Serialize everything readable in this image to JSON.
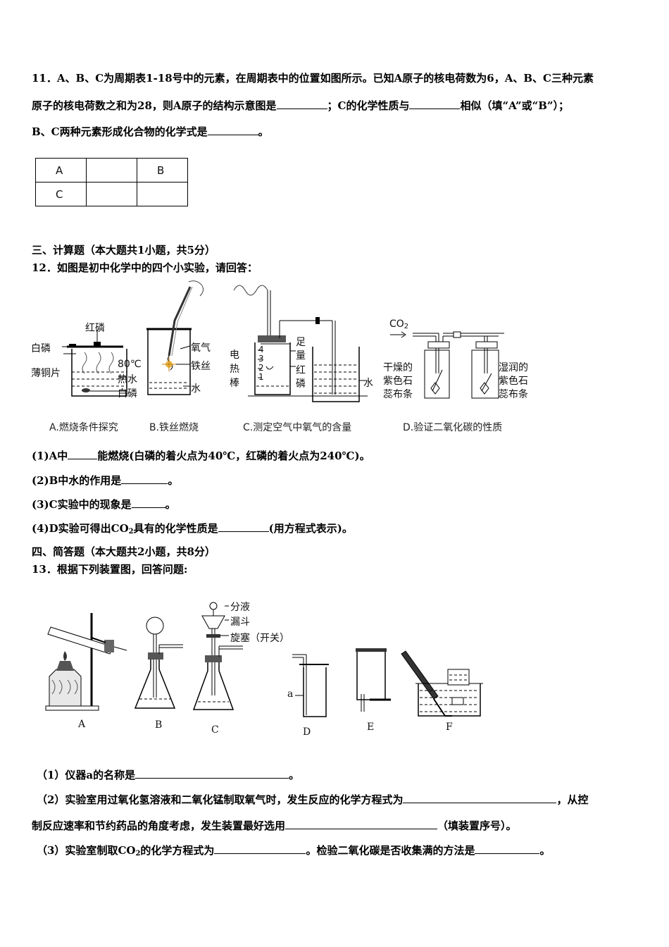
{
  "q11": {
    "line1": "11．A、B、C为周期表1-18号中的元素，在周期表中的位置如图所示。已知A原子的核电荷数为6，A、B、C三种元素",
    "line2a": "原子的核电荷数之和为28，则A原子的结构示意图是",
    "line2b": "；C的化学性质与",
    "line2c": "相似（填“A”或“B”）；",
    "line3a": "B、C两种元素形成化合物的化学式是",
    "line3b": "。",
    "table": [
      [
        "A",
        "",
        "B"
      ],
      [
        "C",
        "",
        ""
      ]
    ]
  },
  "section3": {
    "title": "三、计算题（本大题共1小题，共5分）"
  },
  "q12": {
    "stem": "12．如图是初中化学中的四个小实验，请回答：",
    "figA": {
      "red_p": "红磷",
      "white_p": "白磷",
      "copper": "薄铜片",
      "temp": "80℃",
      "hot_water": "热水",
      "white_p2": "白磷",
      "caption": "A.燃烧条件探究"
    },
    "figB": {
      "oxygen": "氧气",
      "wire": "铁丝",
      "water": "水",
      "caption": "B.铁丝燃烧"
    },
    "figC": {
      "rod1": "电",
      "rod2": "热",
      "rod3": "棒",
      "ticks": [
        "4",
        "3",
        "2",
        "1"
      ],
      "foot": "足",
      "amount": "量",
      "red": "红",
      "phos": "磷",
      "water": "水",
      "caption": "C.测定空气中氧气的含量"
    },
    "figD": {
      "gas": "CO",
      "gas_sub": "2",
      "dry1": "干燥的",
      "dry2": "紫色石",
      "dry3": "蕊布条",
      "wet1": "湿润的",
      "wet2": "紫色石",
      "wet3": "蕊布条",
      "caption": "D.验证二氧化碳的性质"
    },
    "p1a": "(1)A中",
    "p1b": "能燃烧(白磷的着火点为40℃，红磷的着火点为240℃)。",
    "p2a": "(2)B中水的作用是",
    "p2b": "。",
    "p3a": "(3)C实验中的现象是",
    "p3b": "。",
    "p4a": "(4)D实验可得出CO",
    "p4sub": "2",
    "p4b": "具有的化学性质是",
    "p4c": "(用方程式表示)。"
  },
  "section4": {
    "title": "四、简答题（本大题共2小题，共8分）"
  },
  "q13": {
    "stem": "13．根据下列装置图，回答问题:",
    "labels": {
      "A": "A",
      "B": "B",
      "C": "C",
      "D": "D",
      "E": "E",
      "F": "F",
      "a": "a"
    },
    "funnel1": "分液",
    "funnel2": "漏斗",
    "valve": "旋塞（开关）",
    "p1a": "（1）仪器a的名称是",
    "p1b": "。",
    "p2a": "（2）实验室用过氧化氢溶液和二氧化锰制取氧气时，发生反应的化学方程式为",
    "p2b": "，从控",
    "p2c": "制反应速率和节约药品的角度考虑，发生装置最好选用",
    "p2d": "（填装置序号）。",
    "p3a": "（3）实验室制取CO",
    "p3sub": "2",
    "p3b": "的化学方程式为",
    "p3c": "。检验二氧化碳是否收集满的方法是",
    "p3d": "。"
  }
}
